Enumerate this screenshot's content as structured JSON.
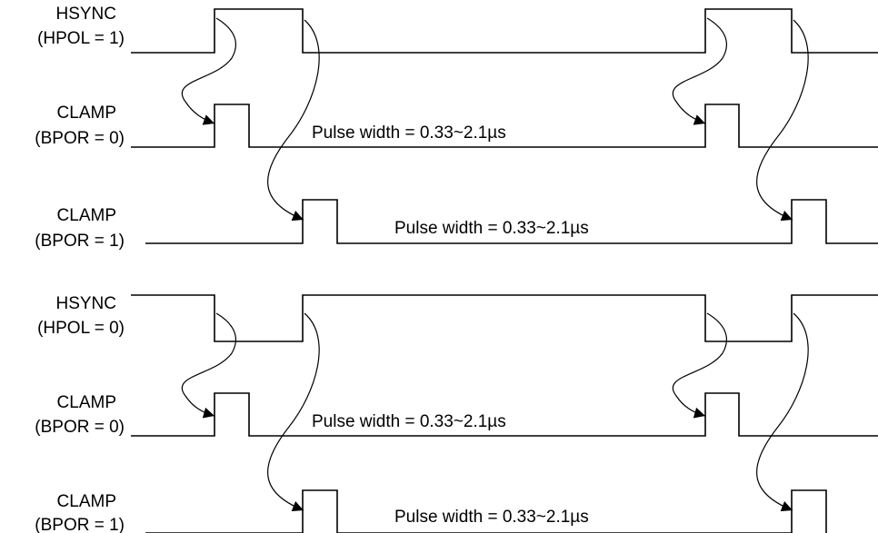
{
  "signals": [
    {
      "name": "HSYNC",
      "condition": "(HPOL = 1)"
    },
    {
      "name": "CLAMP",
      "condition": "(BPOR = 0)"
    },
    {
      "name": "CLAMP",
      "condition": "(BPOR = 1)"
    },
    {
      "name": "HSYNC",
      "condition": "(HPOL = 0)"
    },
    {
      "name": "CLAMP",
      "condition": "(BPOR = 0)"
    },
    {
      "name": "CLAMP",
      "condition": "(BPOR = 1)"
    }
  ],
  "pulse_labels": [
    "Pulse width = 0.33~2.1µs",
    "Pulse width = 0.33~2.1µs",
    "Pulse width = 0.33~2.1µs",
    "Pulse width = 0.33~2.1µs"
  ]
}
